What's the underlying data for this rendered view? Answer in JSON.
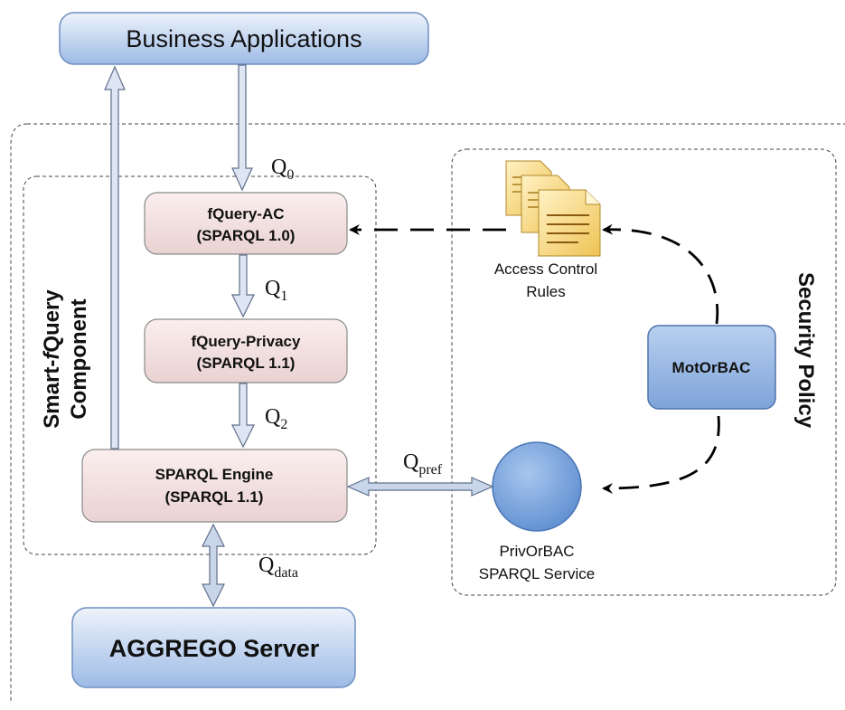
{
  "nodes": {
    "business_applications": "Business Applications",
    "fquery_ac": {
      "line1": "fQuery-AC",
      "line2": "(SPARQL 1.0)"
    },
    "fquery_privacy": {
      "line1": "fQuery-Privacy",
      "line2": "(SPARQL 1.1)"
    },
    "sparql_engine": {
      "line1": "SPARQL Engine",
      "line2": "(SPARQL 1.1)"
    },
    "aggrego_server": "AGGREGO Server",
    "motorbac": "MotOrBAC",
    "privorbac": {
      "line1": "PrivOrBAC",
      "line2": "SPARQL Service"
    },
    "access_control_rules": {
      "line1": "Access Control",
      "line2": "Rules"
    }
  },
  "groups": {
    "smart_fquery": {
      "line1_prefix": "Smart-",
      "line1_italic": "f",
      "line1_suffix": "Query",
      "line2": "Component"
    },
    "security_policy": "Security Policy"
  },
  "labels": {
    "q0": {
      "base": "Q",
      "sub": "0"
    },
    "q1": {
      "base": "Q",
      "sub": "1"
    },
    "q2": {
      "base": "Q",
      "sub": "2"
    },
    "qpref": {
      "base": "Q",
      "sub": "pref"
    },
    "qdata": {
      "base": "Q",
      "sub": "data"
    }
  },
  "colors": {
    "blue_node": "#a9c4ea",
    "blue_node_edge": "#5b7fb8",
    "pink_node": "#f4dede",
    "pink_node_edge": "#8a8a8a",
    "circle_fill": "#7aa5dd",
    "doc_fill": "#f7d77a"
  }
}
